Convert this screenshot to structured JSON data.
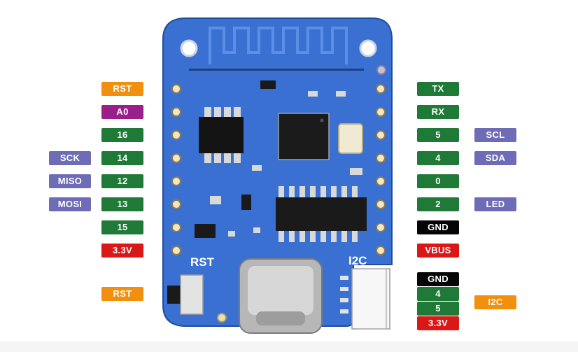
{
  "board": {
    "silk_rst": "RST",
    "silk_i2c": "I2C"
  },
  "colors": {
    "orange": "#f0900e",
    "purple": "#9b1f8a",
    "green": "#1f7a37",
    "violet": "#6e6cb6",
    "red": "#da1818",
    "black": "#050505",
    "board_blue": "#3a70d2"
  },
  "left_pins": [
    {
      "label": "RST",
      "color": "orange"
    },
    {
      "label": "A0",
      "color": "purple"
    },
    {
      "label": "16",
      "color": "green"
    },
    {
      "label": "14",
      "color": "green",
      "alt": "SCK"
    },
    {
      "label": "12",
      "color": "green",
      "alt": "MISO"
    },
    {
      "label": "13",
      "color": "green",
      "alt": "MOSI"
    },
    {
      "label": "15",
      "color": "green"
    },
    {
      "label": "3.3V",
      "color": "red"
    }
  ],
  "right_pins": [
    {
      "label": "TX",
      "color": "green"
    },
    {
      "label": "RX",
      "color": "green"
    },
    {
      "label": "5",
      "color": "green",
      "alt": "SCL"
    },
    {
      "label": "4",
      "color": "green",
      "alt": "SDA"
    },
    {
      "label": "0",
      "color": "green"
    },
    {
      "label": "2",
      "color": "green",
      "alt": "LED"
    },
    {
      "label": "GND",
      "color": "black"
    },
    {
      "label": "VBUS",
      "color": "red"
    }
  ],
  "reset_button_label": "RST",
  "i2c_connector": {
    "pins": [
      {
        "label": "GND",
        "color": "black"
      },
      {
        "label": "4",
        "color": "green"
      },
      {
        "label": "5",
        "color": "green"
      },
      {
        "label": "3.3V",
        "color": "red"
      }
    ],
    "group_label": "I2C"
  }
}
